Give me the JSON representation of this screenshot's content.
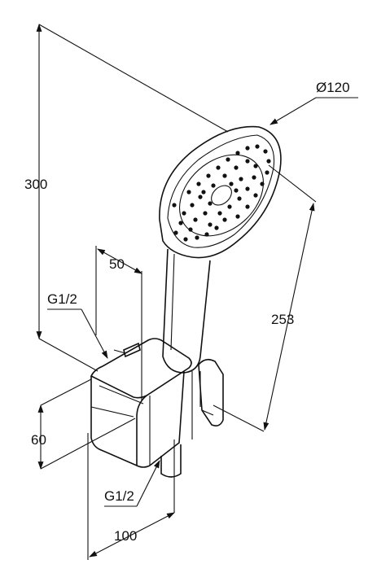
{
  "dimensions": {
    "overall_height": "300",
    "head_diameter": "Ø120",
    "depth_top": "50",
    "thread_top": "G1/2",
    "body_length": "253",
    "bracket_height": "60",
    "thread_bottom": "G1/2",
    "base_width": "100"
  },
  "colors": {
    "ink": "#111111",
    "background": "#ffffff"
  }
}
